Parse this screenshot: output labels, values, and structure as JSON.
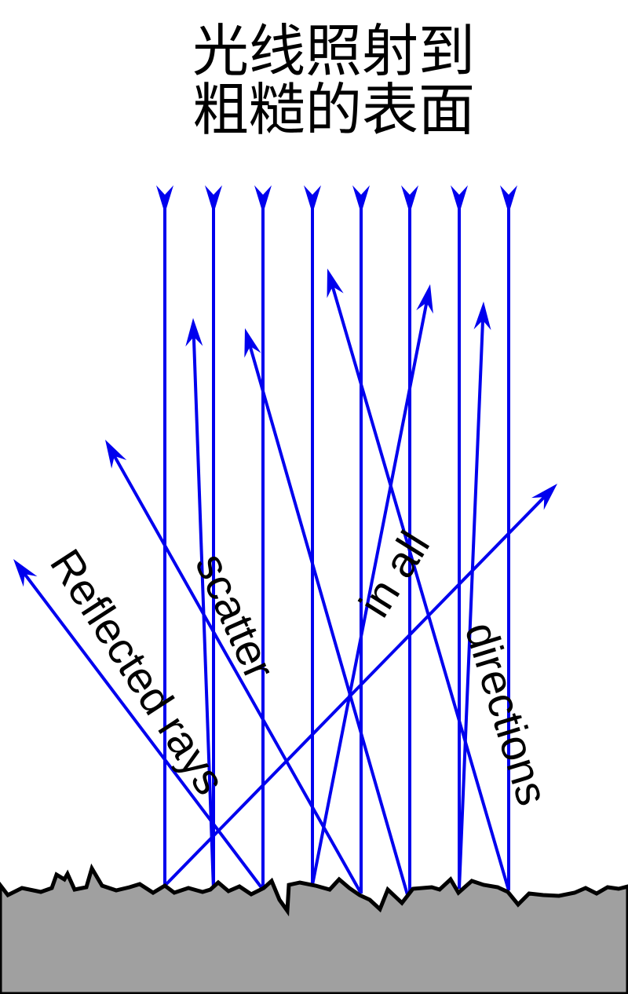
{
  "title": {
    "line1": "光线照射到",
    "line2": "粗糙的表面"
  },
  "labels": {
    "reflected_rays": "Reflected rays",
    "scatter": "scatter",
    "in_all": "in all",
    "directions": "directions"
  },
  "colors": {
    "ray": "#0000ee",
    "surface_fill": "#a0a0a0",
    "surface_stroke": "#000000",
    "text": "#000000"
  }
}
